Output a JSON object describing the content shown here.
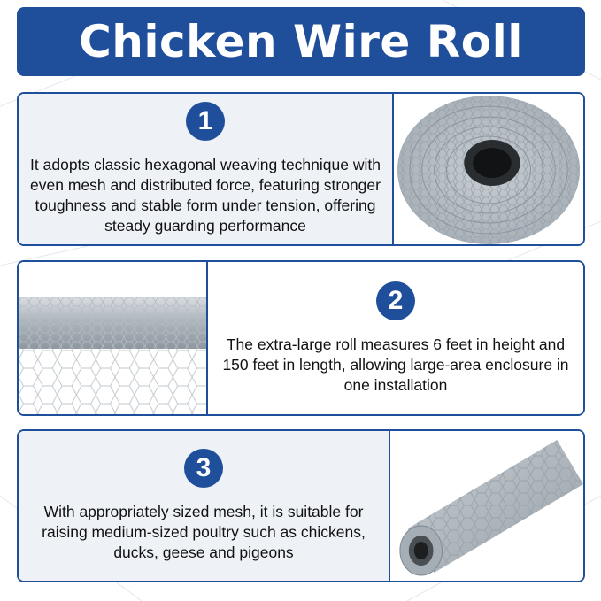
{
  "title": "Chicken Wire Roll",
  "colors": {
    "brand_blue": "#1f4f9b",
    "panel_bg": "#eef2f7"
  },
  "features": [
    {
      "number": "1",
      "text": "It adopts classic hexagonal weaving technique with even mesh and distributed force, featuring stronger toughness and stable form under tension, offering steady guarding performance"
    },
    {
      "number": "2",
      "text": "The extra-large roll measures 6 feet in height and 150 feet in length, allowing large-area enclosure in one installation"
    },
    {
      "number": "3",
      "text": "With appropriately sized mesh, it is suitable for raising medium-sized poultry such as chickens, ducks, geese and pigeons"
    }
  ]
}
